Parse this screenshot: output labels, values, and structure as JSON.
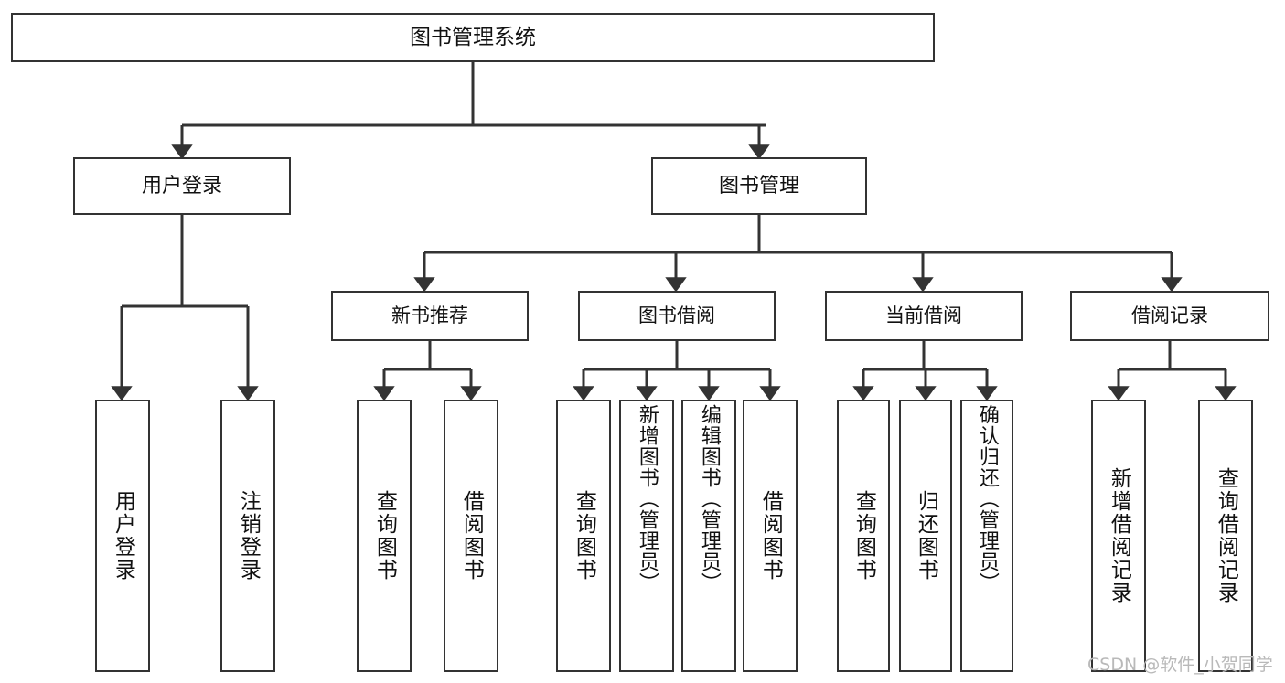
{
  "diagram": {
    "type": "tree-hierarchy",
    "title": "图书管理系统",
    "watermark": "CSDN @软件_小贺同学",
    "colors": {
      "box_stroke": "#333333",
      "box_fill": "#ffffff",
      "edge": "#333333",
      "text": "#111111",
      "watermark": "#b9b9b9"
    },
    "nodes": {
      "root": {
        "label": "图书管理系统"
      },
      "level2": [
        {
          "label": "用户登录"
        },
        {
          "label": "图书管理"
        }
      ],
      "level3": [
        {
          "label": "新书推荐"
        },
        {
          "label": "图书借阅"
        },
        {
          "label": "当前借阅"
        },
        {
          "label": "借阅记录"
        }
      ],
      "leaves": {
        "user_login": [
          {
            "label": "用户登录"
          },
          {
            "label": "注销登录"
          }
        ],
        "new_book_recommend": [
          {
            "label": "查询图书"
          },
          {
            "label": "借阅图书"
          }
        ],
        "book_borrow": [
          {
            "label": "查询图书"
          },
          {
            "label": "新增图书（管理员）"
          },
          {
            "label": "编辑图书（管理员）"
          },
          {
            "label": "借阅图书"
          }
        ],
        "current_borrow": [
          {
            "label": "查询图书"
          },
          {
            "label": "归还图书"
          },
          {
            "label": "确认归还（管理员）"
          }
        ],
        "borrow_record": [
          {
            "label": "新增借阅记录"
          },
          {
            "label": "查询借阅记录"
          }
        ]
      }
    }
  }
}
